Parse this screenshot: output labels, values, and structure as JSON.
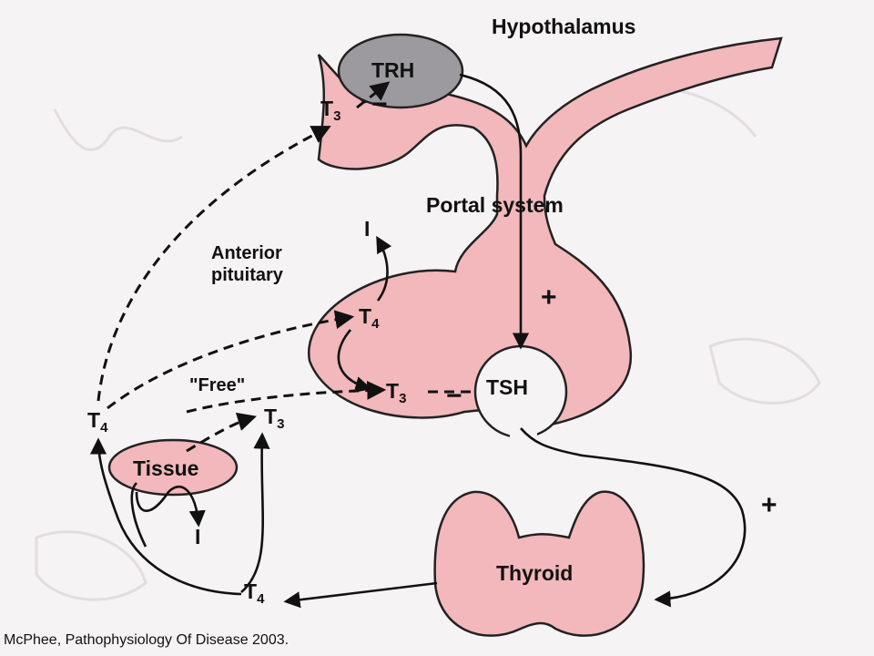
{
  "colors": {
    "tissue_fill": "#f2b8bb",
    "trh_fill": "#9c9a9f",
    "background": "#f6f3f4",
    "ink": "#111111"
  },
  "labels": {
    "hypothalamus": "Hypothalamus",
    "trh": "TRH",
    "portal_system": "Portal system",
    "anterior_pituitary_line1": "Anterior",
    "anterior_pituitary_line2": "pituitary",
    "tsh": "TSH",
    "free": "\"Free\"",
    "tissue": "Tissue",
    "thyroid": "Thyroid",
    "t_letter": "T",
    "sub_3": "3",
    "sub_4": "4",
    "iodide": "I",
    "plus": "+",
    "minus": "−"
  },
  "credit": "McPhee, Pathophysiology Of Disease 2003."
}
